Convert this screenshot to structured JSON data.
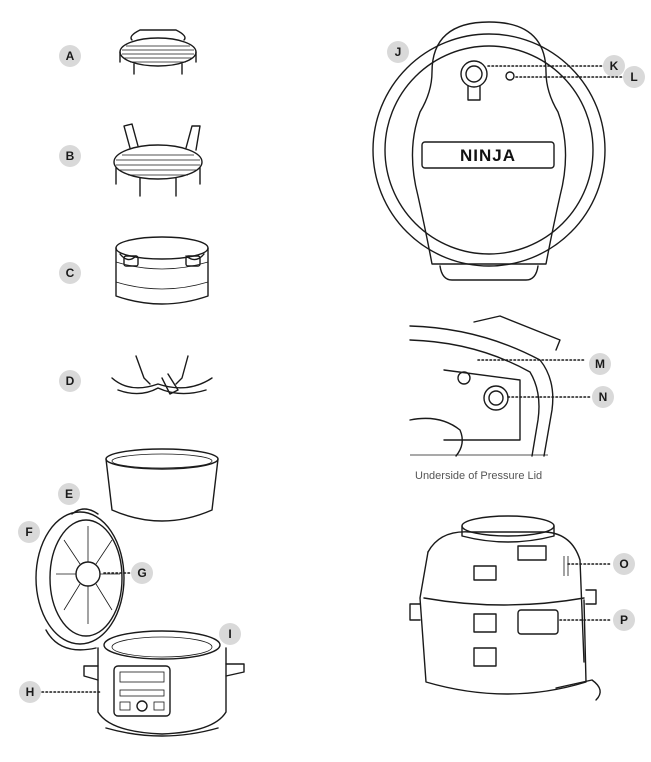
{
  "parts": [
    {
      "id": "rack-a",
      "label": "A"
    },
    {
      "id": "rack-b",
      "label": "B"
    },
    {
      "id": "basket-c",
      "label": "C"
    },
    {
      "id": "diffuser-d",
      "label": "D"
    },
    {
      "id": "pot-e",
      "label": "E"
    },
    {
      "id": "crisping-lid-f",
      "label": "F"
    },
    {
      "id": "heat-shield-g",
      "label": "G"
    },
    {
      "id": "base-h",
      "label": "H"
    },
    {
      "id": "pot-rim-i",
      "label": "I"
    },
    {
      "id": "pressure-lid-j",
      "label": "J"
    },
    {
      "id": "release-valve-k",
      "label": "K"
    },
    {
      "id": "float-valve-l",
      "label": "L"
    },
    {
      "id": "seal-ring-m",
      "label": "M"
    },
    {
      "id": "anti-clog-cap-n",
      "label": "N"
    },
    {
      "id": "air-vent-o",
      "label": "O"
    },
    {
      "id": "handle-p",
      "label": "P"
    }
  ],
  "brand": "NINJA",
  "caption": "Underside of Pressure Lid"
}
